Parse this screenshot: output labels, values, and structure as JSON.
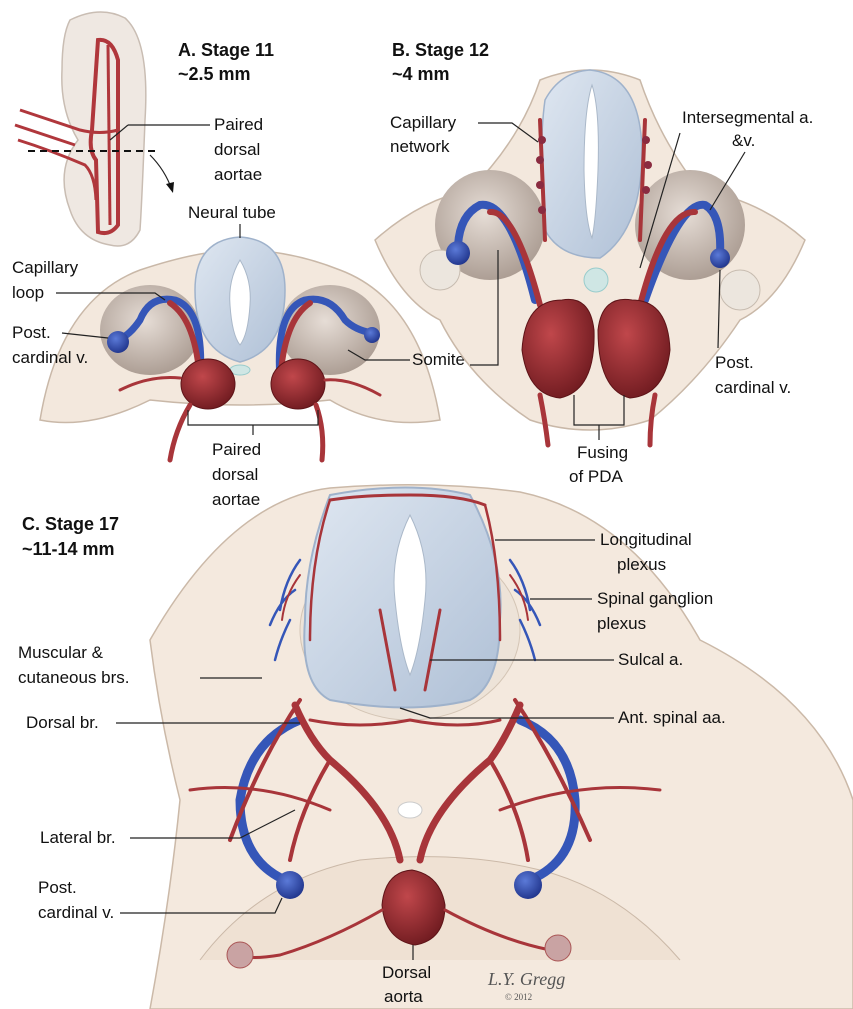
{
  "panels": {
    "a": {
      "title": "A. Stage 11",
      "size": "~2.5 mm"
    },
    "b": {
      "title": "B. Stage 12",
      "size": "~4 mm"
    },
    "c": {
      "title": "C. Stage 17",
      "size": "~11-14 mm"
    }
  },
  "labels": {
    "a_paired_dorsal_aortae_top": [
      "Paired",
      "dorsal",
      "aortae"
    ],
    "a_neural_tube": "Neural tube",
    "a_capillary_loop": [
      "Capillary",
      "loop"
    ],
    "a_post_cardinal_v": [
      "Post.",
      "cardinal v."
    ],
    "a_somite": "Somite",
    "a_paired_dorsal_aortae_bottom": [
      "Paired",
      "dorsal",
      "aortae"
    ],
    "b_capillary_network": [
      "Capillary",
      "network"
    ],
    "b_intersegmental": [
      "Intersegmental a.",
      "&v."
    ],
    "b_post_cardinal_v": [
      "Post.",
      "cardinal v."
    ],
    "b_fusing_pda": [
      "Fusing",
      "of PDA"
    ],
    "c_longitudinal_plexus": [
      "Longitudinal",
      "plexus"
    ],
    "c_spinal_ganglion_plexus": [
      "Spinal ganglion",
      "plexus"
    ],
    "c_muscular_cutaneous": [
      "Muscular &",
      "cutaneous brs."
    ],
    "c_sulcal_a": "Sulcal a.",
    "c_dorsal_br": "Dorsal br.",
    "c_ant_spinal_aa": "Ant. spinal aa.",
    "c_lateral_br": "Lateral br.",
    "c_post_cardinal_v": [
      "Post.",
      "cardinal v."
    ],
    "c_dorsal_aorta": [
      "Dorsal",
      "aorta"
    ]
  },
  "signature": {
    "name": "L.Y. Gregg",
    "year": "© 2012"
  },
  "colors": {
    "artery": "#a8353a",
    "aorta": "#7d1f24",
    "vein": "#3556b8",
    "neural_tube": "#c9d6e6",
    "somite": "#c9bcb2",
    "tissue": "#f1e5d9"
  }
}
